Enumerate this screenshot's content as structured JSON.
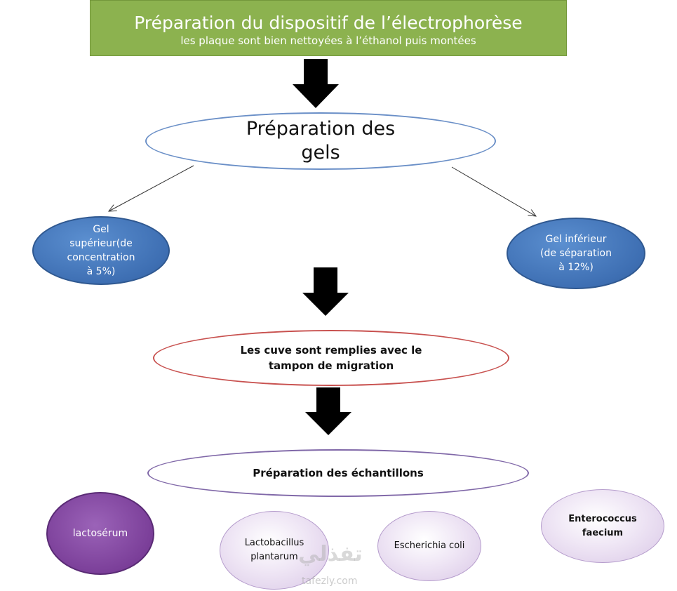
{
  "title": {
    "main": "Préparation du dispositif de l’électrophorèse",
    "sub": "les plaque sont bien nettoyées à l’éthanol puis montées"
  },
  "gels": {
    "line1": "Préparation des",
    "line2": "gels"
  },
  "gel_superieur": {
    "line1": "Gel",
    "line2": "supérieur(de",
    "line3": "concentration",
    "line4": "à 5%)"
  },
  "gel_inferieur": {
    "line1": "Gel inférieur",
    "line2": "(de séparation",
    "line3": "à 12%)"
  },
  "tampon": {
    "line1": "Les cuve sont remplies avec le",
    "line2": "tampon de migration"
  },
  "echantillons": {
    "label": "Préparation des échantillons"
  },
  "samples": {
    "lactoserum": "lactosérum",
    "lactobacillus_line1": "Lactobacillus",
    "lactobacillus_line2": "plantarum",
    "ecoli": "Escherichia coli",
    "entero_line1": "Enterococcus",
    "entero_line2": "faecium"
  },
  "watermark": {
    "arabic": "تفذلي",
    "latin": "tafezly.com"
  },
  "colors": {
    "title_bg": "#8cb24f",
    "blue_node": "#4a7fc1",
    "purple_dark": "#7b3f99",
    "purple_light": "#e6d8ef",
    "gels_border": "#6a8fc7",
    "tampon_border": "#c8514f",
    "ech_border": "#8068a8"
  }
}
